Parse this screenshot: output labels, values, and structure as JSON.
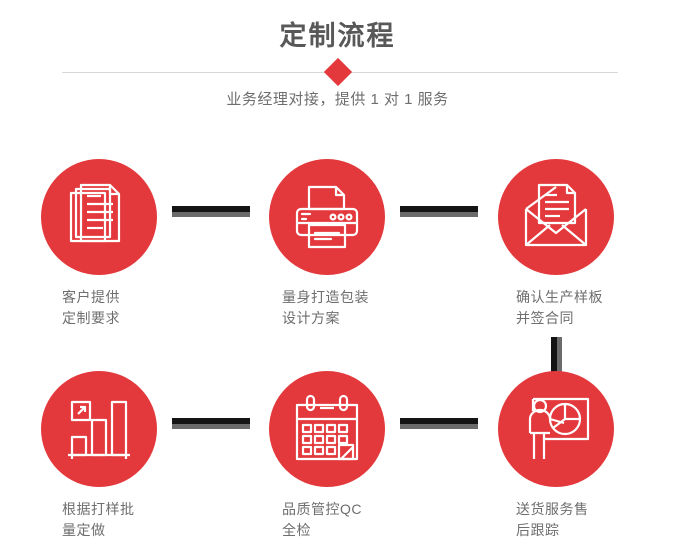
{
  "header": {
    "title": "定制流程",
    "subtitle": "业务经理对接，提供 1 对 1 服务",
    "accent_color": "#e4393c",
    "title_color": "#585858",
    "divider_color": "#d8d8d8",
    "diamond_icon": "diamond-bullet-icon"
  },
  "theme": {
    "background": "#ffffff",
    "circle_color": "#e4393c",
    "icon_color": "#ffffff",
    "caption_color": "#6e6e6e",
    "connector_color": "#141414",
    "connector_shadow_color": "#6b6b6b"
  },
  "steps": [
    {
      "index": "1",
      "icon": "documents-stack-icon",
      "caption_line1": "客户提供",
      "caption_line2": "定制要求",
      "caption": "客户提供\n定制要求"
    },
    {
      "index": "2",
      "icon": "printer-icon",
      "caption_line1": "量身打造包装",
      "caption_line2": "设计方案",
      "caption": "量身打造包装\n设计方案"
    },
    {
      "index": "3",
      "icon": "envelope-letter-icon",
      "caption_line1": "确认生产样板",
      "caption_line2": "并签合同",
      "caption": "确认生产样板\n并签合同"
    },
    {
      "index": "4",
      "icon": "bar-chart-growth-icon",
      "caption_line1": "根据打样批",
      "caption_line2": "量定做",
      "caption": "根据打样批\n量定做"
    },
    {
      "index": "5",
      "icon": "calendar-check-icon",
      "caption_line1": "品质管控QC",
      "caption_line2": "全检",
      "caption": "品质管控QC\n全检"
    },
    {
      "index": "6",
      "icon": "presenter-pie-chart-icon",
      "caption_line1": "送货服务售",
      "caption_line2": "后跟踪",
      "caption": "送货服务售\n后跟踪"
    }
  ],
  "connectors": [
    {
      "name": "connector-step1-step2",
      "orientation": "horizontal"
    },
    {
      "name": "connector-step2-step3",
      "orientation": "horizontal"
    },
    {
      "name": "connector-step3-step6",
      "orientation": "vertical"
    },
    {
      "name": "connector-step4-step5",
      "orientation": "horizontal"
    },
    {
      "name": "connector-step5-step6",
      "orientation": "horizontal"
    }
  ]
}
